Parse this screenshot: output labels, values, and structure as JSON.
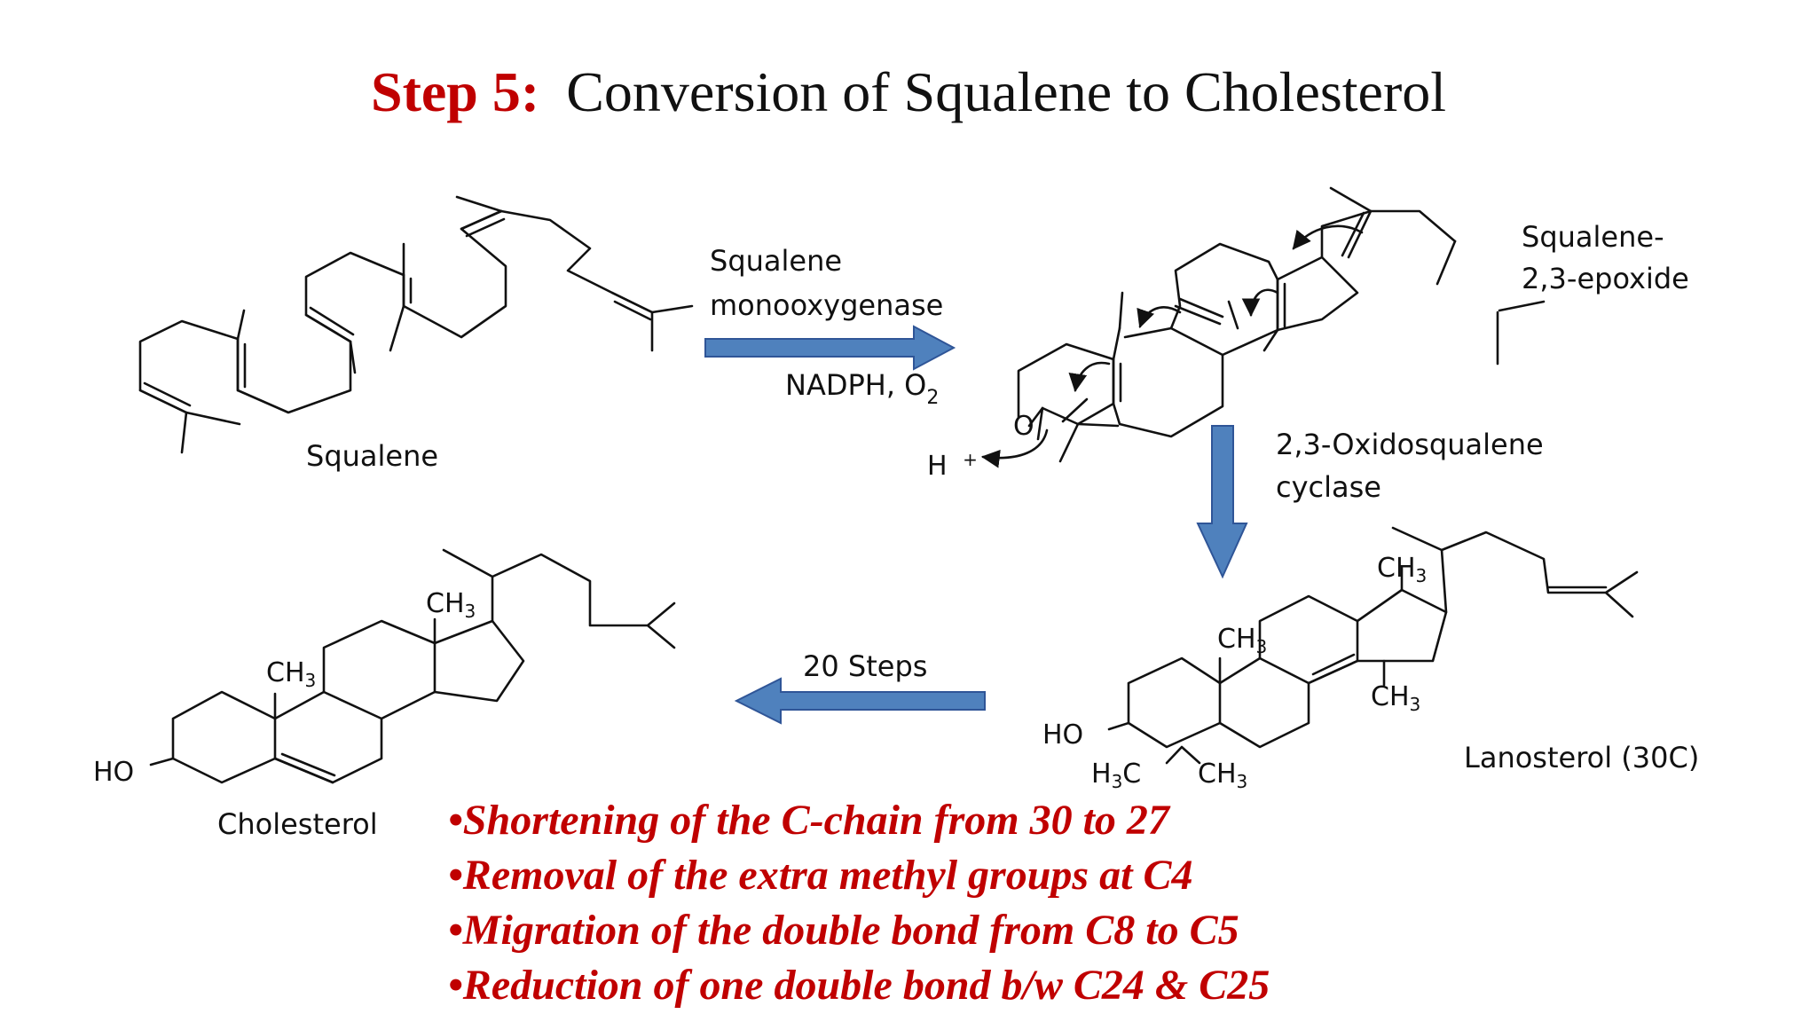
{
  "colors": {
    "accent_red": "#c00000",
    "arrow_blue": "#4f81bd",
    "arrow_outline": "#2f5597",
    "text_black": "#111111"
  },
  "title": {
    "step": "Step 5:",
    "text": "Conversion of Squalene to Cholesterol"
  },
  "molecules": {
    "squalene": "Squalene",
    "epoxide_line1": "Squalene-",
    "epoxide_line2": "2,3-epoxide",
    "lanosterol": "Lanosterol (30C)",
    "cholesterol": "Cholesterol"
  },
  "reactions": {
    "enzyme1_line1": "Squalene",
    "enzyme1_line2": "monooxygenase",
    "cofactor_base": "NADPH, O",
    "cofactor_sub": "2",
    "enzyme2_line1": "2,3-Oxidosqualene",
    "enzyme2_line2": "cyclase",
    "steps": "20 Steps"
  },
  "chem_labels": {
    "h_plus": "H",
    "plus": "+",
    "oxygen": "O",
    "ho": "HO",
    "ch3_c": "CH",
    "sub3": "3",
    "h3c_h": "H",
    "h3c_c": "C"
  },
  "notes": [
    "•Shortening of the C-chain from 30 to 27",
    "•Removal of the extra methyl groups at C4",
    "•Migration of the double bond from C8 to C5",
    "•Reduction of one double bond b/w C24 & C25"
  ]
}
